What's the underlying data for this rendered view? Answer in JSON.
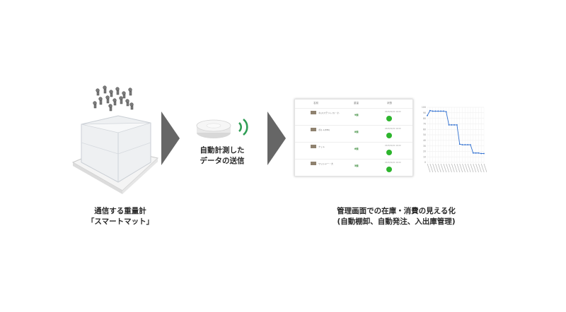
{
  "smartmat_caption": {
    "line1": "通信する重量計",
    "line2": "「スマートマット」"
  },
  "transmit_caption": {
    "line1": "自動計測した",
    "line2": "データの送信"
  },
  "dashboard_caption": {
    "line1": "管理画面での在庫・消費の見える化",
    "line2": "(自動棚卸、自動発注、入出庫管理)"
  },
  "colors": {
    "arrow": "#666666",
    "signal": "#2f9e55",
    "status_ok": "#2db52d",
    "chart_line": "#2f6fd0"
  },
  "dashboard_table": {
    "columns": [
      "名前",
      "重量",
      "状態"
    ],
    "rows": [
      {
        "name": "ネジ(ステンレス)・小",
        "qty": "9個",
        "time": "2023/01/01 10:00"
      },
      {
        "name": "ボルト(M6)",
        "qty": "8個",
        "time": "2023/01/01 10:00"
      },
      {
        "name": "ナット",
        "qty": "6個",
        "time": "2023/01/01 10:00"
      },
      {
        "name": "ワッシャー・大",
        "qty": "5個",
        "time": "2023/01/01 10:00"
      }
    ]
  },
  "chart_data": {
    "type": "line",
    "title": "",
    "xlabel": "",
    "ylabel": "",
    "ylim": [
      0,
      100
    ],
    "y_ticks": [
      "100",
      "90",
      "80",
      "70",
      "60",
      "50",
      "40",
      "30",
      "20",
      "10",
      "0"
    ],
    "series": [
      {
        "values": [
          85,
          94,
          93,
          93,
          93,
          93,
          93,
          92,
          68,
          68,
          68,
          68,
          33,
          32,
          32,
          32,
          32,
          17,
          17,
          17,
          16,
          16
        ]
      }
    ],
    "grid": true
  }
}
